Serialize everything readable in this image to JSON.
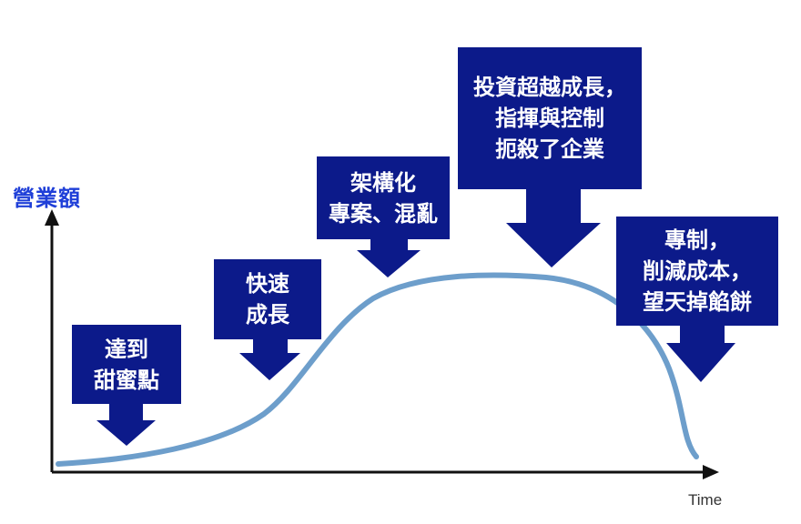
{
  "axes": {
    "ylabel": "營業額",
    "xlabel": "Time"
  },
  "stages": [
    {
      "id": "sweet-spot",
      "lines": [
        "達到",
        "甜蜜點"
      ]
    },
    {
      "id": "rapid-growth",
      "lines": [
        "快速",
        "成長"
      ]
    },
    {
      "id": "structure-chaos",
      "lines": [
        "架構化",
        "專案、混亂"
      ]
    },
    {
      "id": "overinvest",
      "lines": [
        "投資超越成長，",
        "指揮與控制",
        "扼殺了企業"
      ]
    },
    {
      "id": "decline",
      "lines": [
        "專制，",
        "削減成本，",
        "望天掉餡餅"
      ]
    }
  ],
  "colors": {
    "box": "#0c1a8a",
    "curve": "#6d9ecb",
    "axis": "#111111",
    "ylabel": "#1f3fd8"
  }
}
